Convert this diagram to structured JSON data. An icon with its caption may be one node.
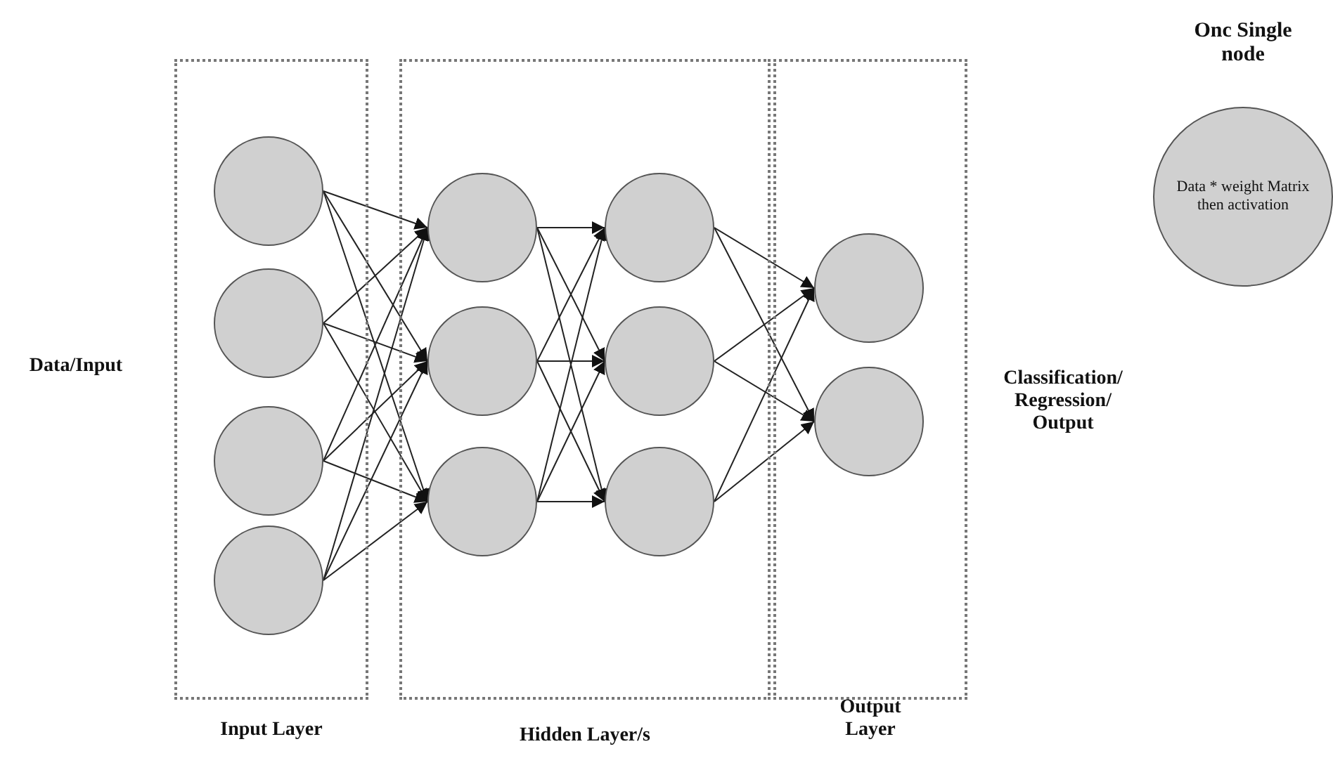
{
  "diagram": {
    "nodes": [
      {
        "text": [
          "Input Layer"
        ]
      },
      {
        "text": [],
        "shape": "circle",
        "in": 0
      },
      {
        "text": [],
        "shape": "circle",
        "in": 0
      },
      {
        "text": [],
        "shape": "circle",
        "in": 0
      },
      {
        "text": [],
        "shape": "circle",
        "in": 0
      },
      {
        "text": [
          "Hidden Layer/s"
        ]
      },
      {
        "text": [],
        "shape": "circle",
        "in": 5
      },
      {
        "text": [],
        "shape": "circle",
        "in": 5
      },
      {
        "text": [],
        "shape": "circle",
        "in": 5
      },
      {
        "text": [],
        "shape": "circle",
        "in": 5
      },
      {
        "text": [],
        "shape": "circle",
        "in": 5
      },
      {
        "text": [],
        "shape": "circle",
        "in": 5
      },
      {
        "text": [
          "Output Layer"
        ]
      },
      {
        "text": [],
        "shape": "circle",
        "in": 12
      },
      {
        "text": [],
        "shape": "circle",
        "in": 12
      },
      {
        "text": [
          "Data * weight Matrix then activation"
        ],
        "beside": [
          "Onc Single node"
        ]
      }
    ],
    "edges": [
      {
        "from": 1,
        "to": 6,
        "arrow": "to"
      },
      {
        "from": 1,
        "to": 7,
        "arrow": "to"
      },
      {
        "from": 1,
        "to": 8,
        "arrow": "to"
      },
      {
        "from": 2,
        "to": 6,
        "arrow": "to"
      },
      {
        "from": 2,
        "to": 7,
        "arrow": "to"
      },
      {
        "from": 2,
        "to": 8,
        "arrow": "to"
      },
      {
        "from": 3,
        "to": 6,
        "arrow": "to"
      },
      {
        "from": 3,
        "to": 7,
        "arrow": "to"
      },
      {
        "from": 3,
        "to": 8,
        "arrow": "to"
      },
      {
        "from": 4,
        "to": 6,
        "arrow": "to"
      },
      {
        "from": 4,
        "to": 7,
        "arrow": "to"
      },
      {
        "from": 4,
        "to": 8,
        "arrow": "to"
      },
      {
        "from": 6,
        "to": 9,
        "arrow": "to"
      },
      {
        "from": 6,
        "to": 10,
        "arrow": "to"
      },
      {
        "from": 6,
        "to": 11,
        "arrow": "to"
      },
      {
        "from": 7,
        "to": 9,
        "arrow": "to"
      },
      {
        "from": 7,
        "to": 10,
        "arrow": "to"
      },
      {
        "from": 7,
        "to": 11,
        "arrow": "to"
      },
      {
        "from": 8,
        "to": 9,
        "arrow": "to"
      },
      {
        "from": 8,
        "to": 10,
        "arrow": "to"
      },
      {
        "from": 8,
        "to": 11,
        "arrow": "to"
      },
      {
        "from": 9,
        "to": 13,
        "arrow": "to"
      },
      {
        "from": 9,
        "to": 14,
        "arrow": "to"
      },
      {
        "from": 10,
        "to": 13,
        "arrow": "to"
      },
      {
        "from": 10,
        "to": 14,
        "arrow": "to"
      },
      {
        "from": 11,
        "to": 13,
        "arrow": "to"
      },
      {
        "from": 11,
        "to": 14,
        "arrow": "to"
      }
    ],
    "labels": [
      "Data/Input",
      "Classification/ Regression/ Output"
    ]
  }
}
